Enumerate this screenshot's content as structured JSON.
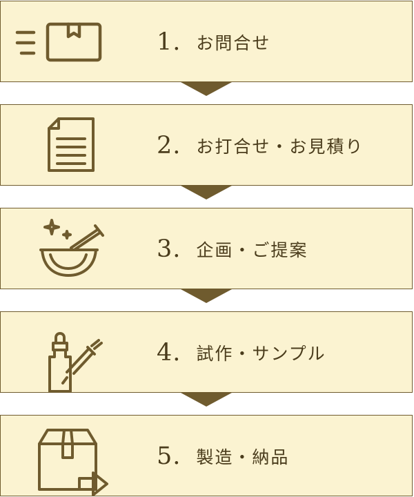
{
  "steps": [
    {
      "number": "1.",
      "label": "お問合せ",
      "icon": "mail-box-icon"
    },
    {
      "number": "2.",
      "label": "お打合せ・お見積り",
      "icon": "document-icon"
    },
    {
      "number": "3.",
      "label": "企画・ご提案",
      "icon": "mortar-pestle-icon"
    },
    {
      "number": "4.",
      "label": "試作・サンプル",
      "icon": "dropper-bottle-icon"
    },
    {
      "number": "5.",
      "label": "製造・納品",
      "icon": "delivery-box-icon"
    }
  ],
  "colors": {
    "panel_bg": "#fbf3d1",
    "border": "#6f5b2e",
    "text": "#4a3c1c"
  }
}
